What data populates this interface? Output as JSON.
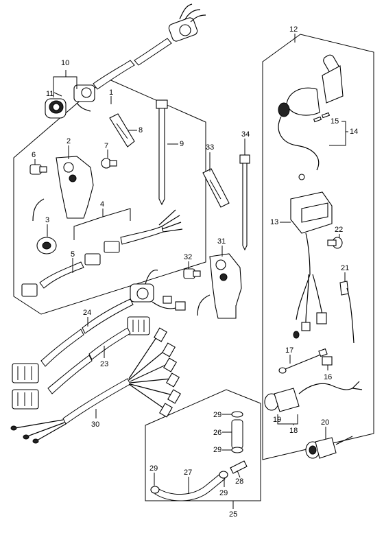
{
  "labels": {
    "p1": "1",
    "p2": "2",
    "p3": "3",
    "p4": "4",
    "p5": "5",
    "p6": "6",
    "p7": "7",
    "p8": "8",
    "p9": "9",
    "p10": "10",
    "p11": "11",
    "p12": "12",
    "p13": "13",
    "p14": "14",
    "p15": "15",
    "p16": "16",
    "p17": "17",
    "p18": "18",
    "p19": "19",
    "p20": "20",
    "p21": "21",
    "p22": "22",
    "p23": "23",
    "p24": "24",
    "p25": "25",
    "p26": "26",
    "p27": "27",
    "p28": "28",
    "p29a": "29",
    "p29b": "29",
    "p29c": "29",
    "p29d": "29",
    "p30": "30",
    "p31": "31",
    "p32": "32",
    "p33": "33",
    "p34": "34"
  }
}
